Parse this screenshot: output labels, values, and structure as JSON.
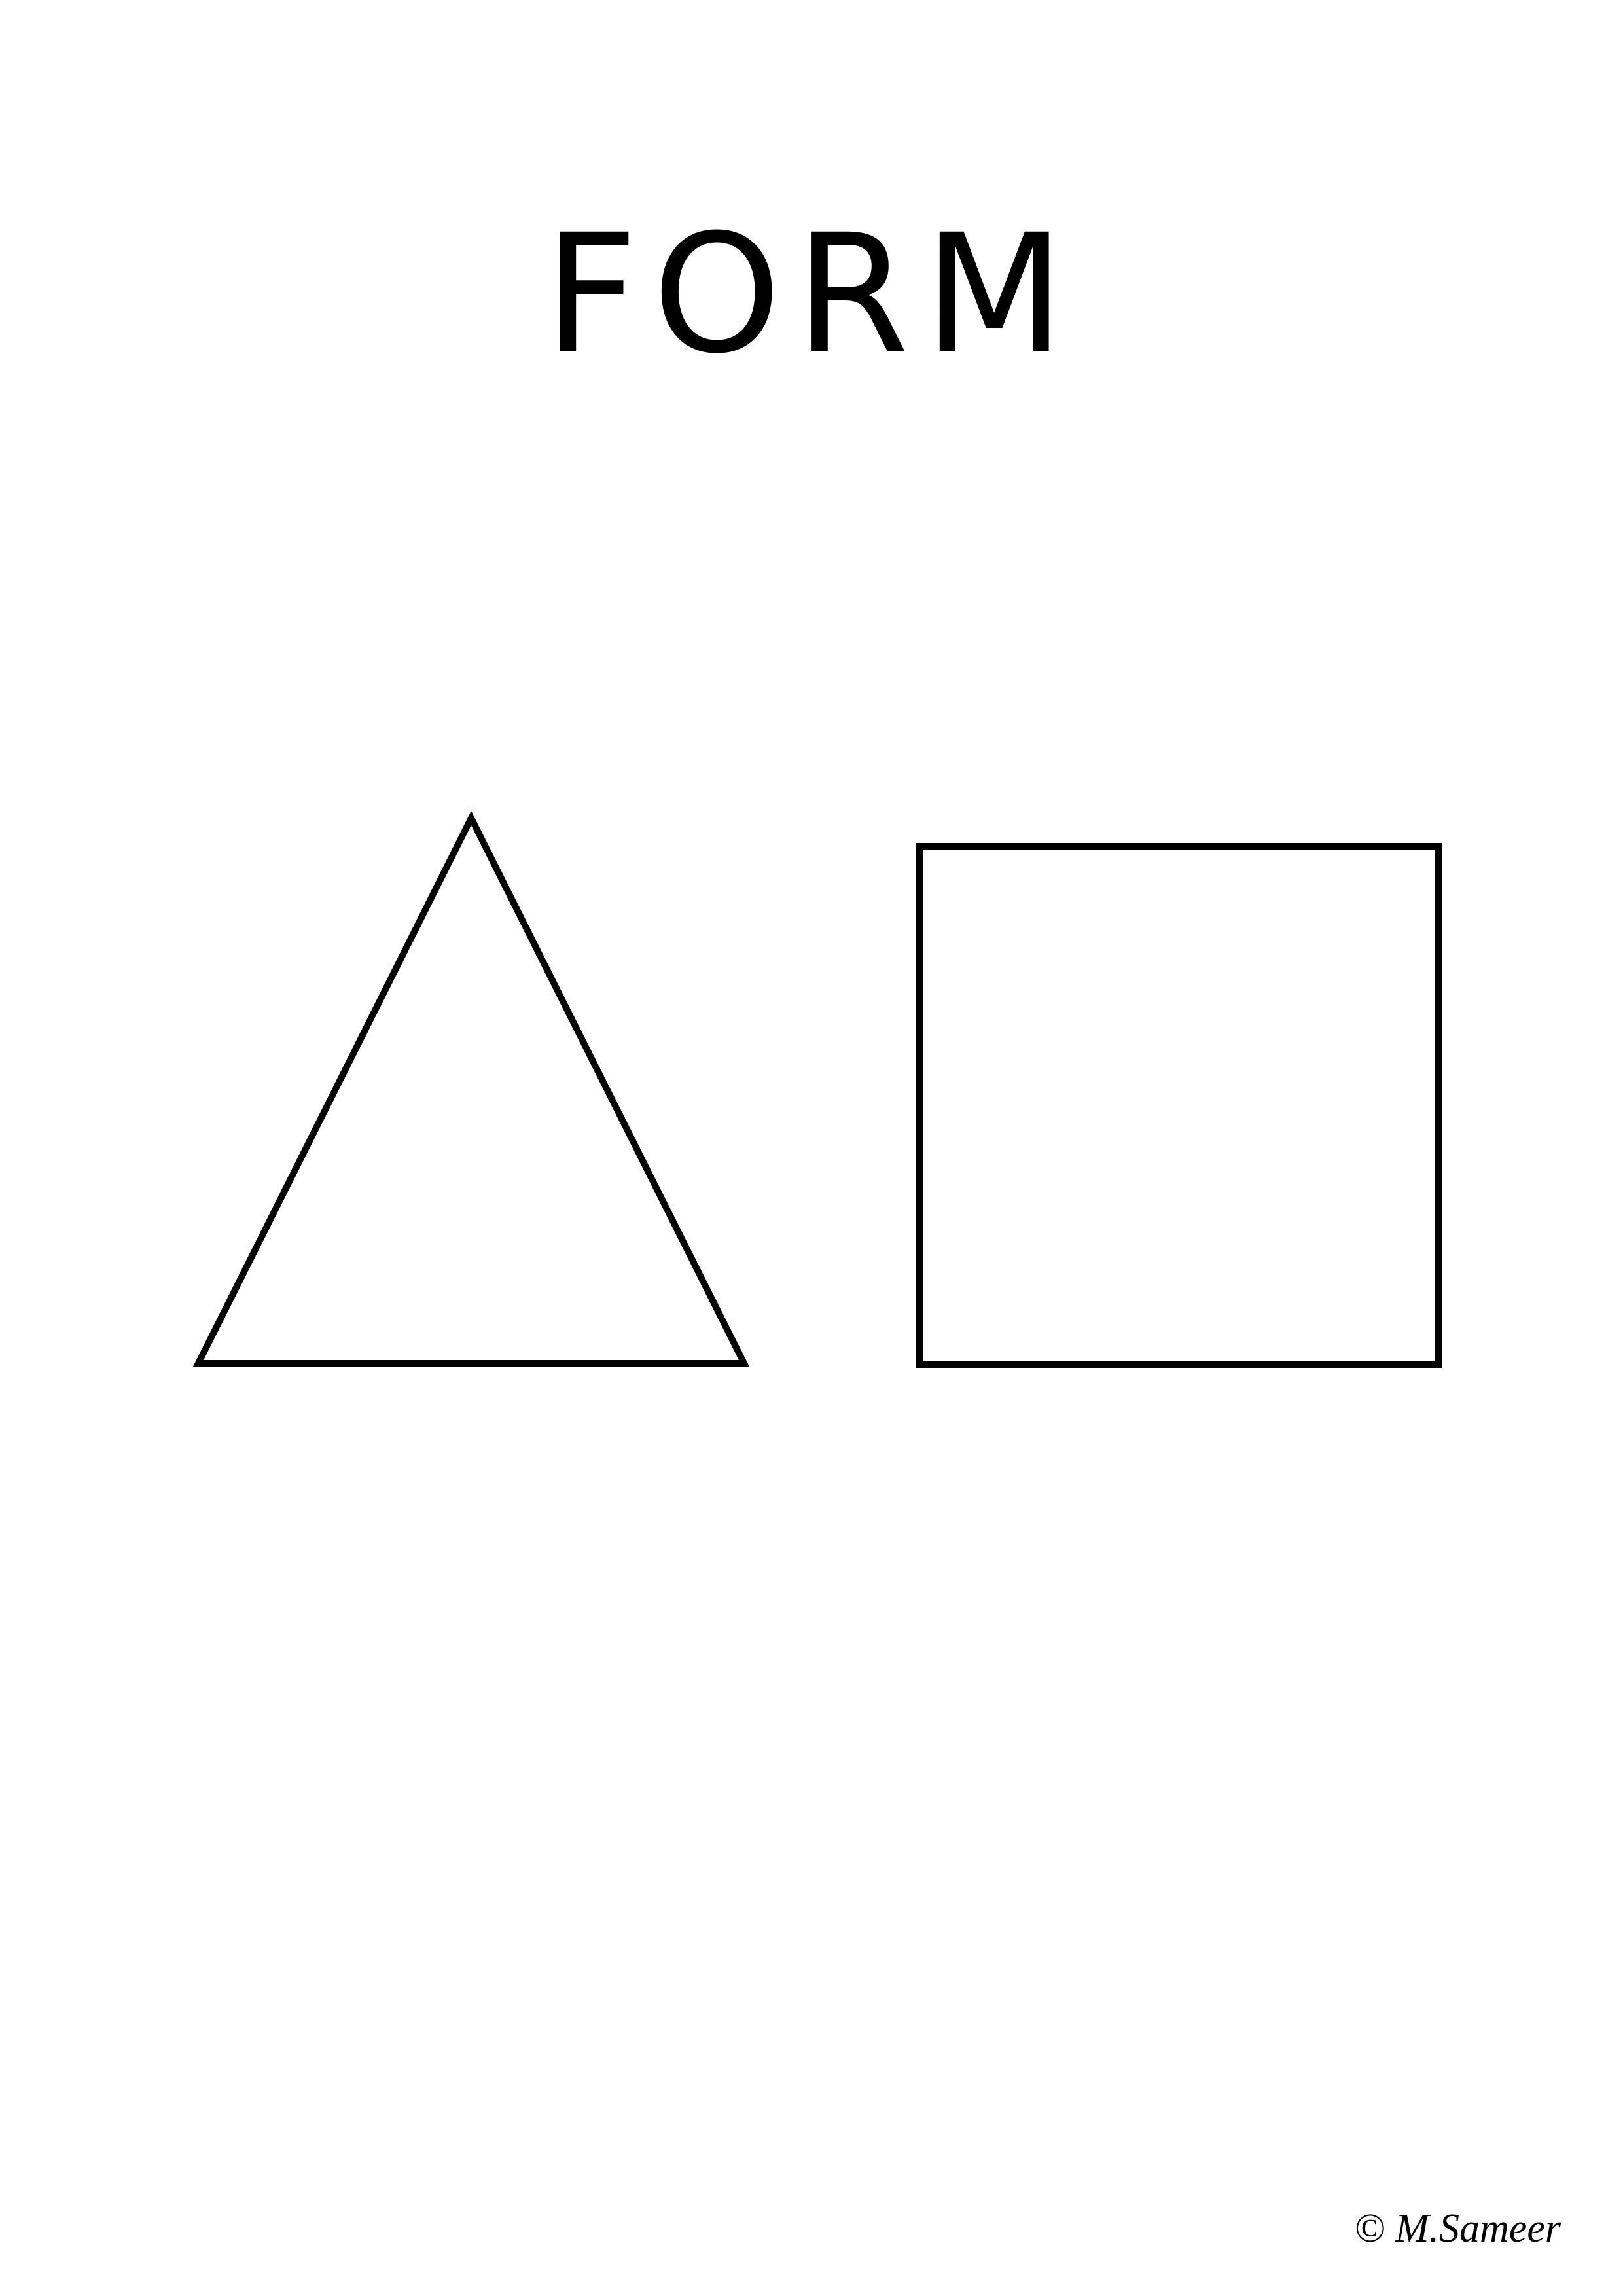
{
  "page": {
    "title": "FORM",
    "credit": "© M.Sameer"
  },
  "shapes": [
    {
      "name": "triangle",
      "fill": "#ffffff",
      "stroke": "#000000"
    },
    {
      "name": "square",
      "fill": "#ffffff",
      "stroke": "#000000"
    }
  ]
}
